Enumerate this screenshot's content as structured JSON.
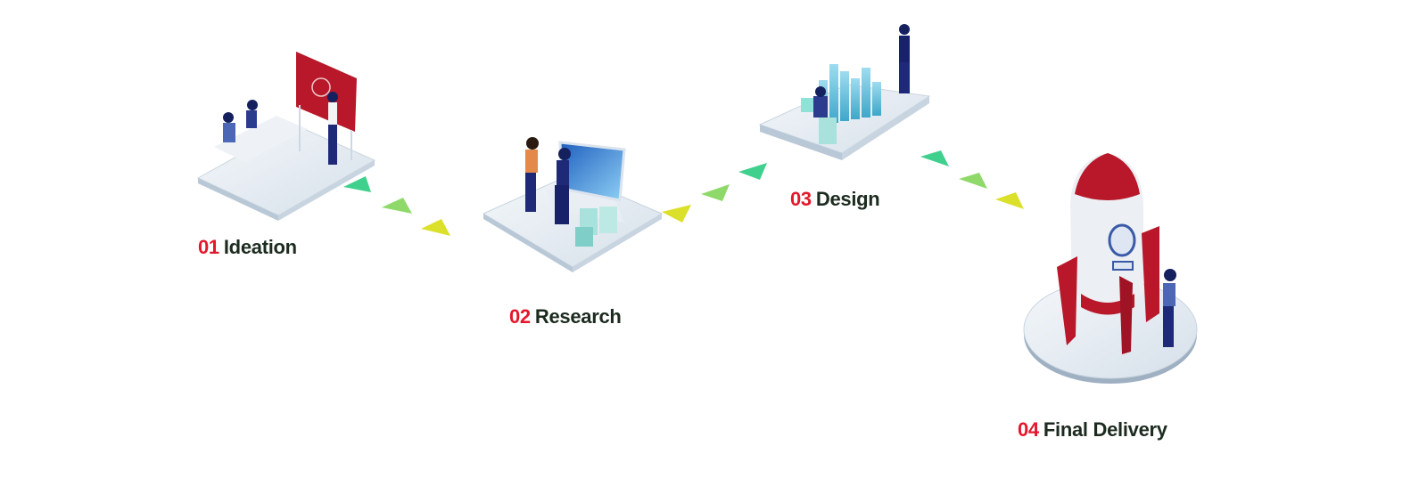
{
  "steps": [
    {
      "number": "01",
      "title": "Ideation"
    },
    {
      "number": "02",
      "title": "Research"
    },
    {
      "number": "03",
      "title": "Design"
    },
    {
      "number": "04",
      "title": "Final Delivery"
    }
  ],
  "colors": {
    "number": "#e3182d",
    "title": "#1c2b1f",
    "arrow_start": "#3fd08e",
    "arrow_end": "#e6e324",
    "accent": "#b8182a"
  }
}
